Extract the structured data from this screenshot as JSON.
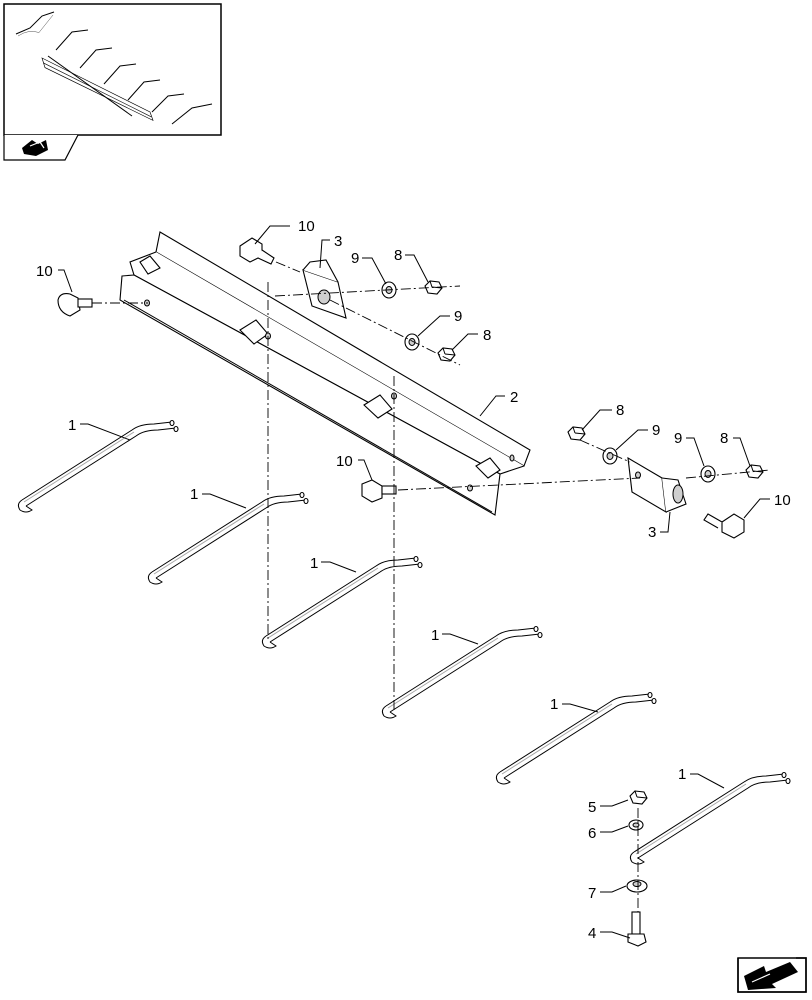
{
  "diagram": {
    "labels": {
      "tine": "1",
      "bar": "2",
      "bracket": "3",
      "bolt_small": "4",
      "nut_small": "5",
      "washer_small": "6",
      "washer_large": "7",
      "nut": "8",
      "washer": "9",
      "bolt": "10"
    }
  }
}
